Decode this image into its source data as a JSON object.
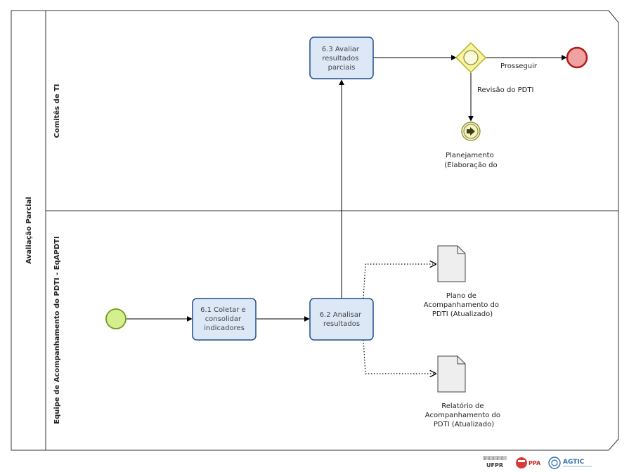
{
  "pool": {
    "title": "Avaliação Parcial"
  },
  "lanes": [
    {
      "label": "Comitês de TI"
    },
    {
      "label": "Equipe de Acompanhamento do PDTI - EqAPDTI"
    }
  ],
  "tasks": [
    {
      "lines": [
        "6.1 Coletar e",
        "consolidar",
        "indicadores"
      ]
    },
    {
      "lines": [
        "6.2 Analisar",
        "resultados"
      ]
    },
    {
      "lines": [
        "6.3 Avaliar",
        "resultados",
        "parciais"
      ]
    }
  ],
  "flow_labels": {
    "proceed": "Prosseguir",
    "review": "Revisão do PDTI"
  },
  "link_event": {
    "lines": [
      "Planejamento",
      "(Elaboração do"
    ]
  },
  "documents": [
    {
      "lines": [
        "Plano de",
        "Acompanhamento do",
        "PDTI (Atualizado)"
      ]
    },
    {
      "lines": [
        "Relatório de",
        "Acompanhamento do",
        "PDTI (Atualizado)"
      ]
    }
  ],
  "logos": {
    "ufpr": "UFPR",
    "ppa": "PPA",
    "agtic": "AGTIC"
  },
  "colors": {
    "task_fill": "#dde8f7",
    "task_stroke": "#1f4e8c",
    "start_fill": "#d4ef8e",
    "start_stroke": "#6f9a1a",
    "end_fill": "#f0a1a1",
    "end_stroke": "#b11a1a",
    "gateway_fill": "#f6f3a5",
    "gateway_stroke": "#b7b31c",
    "link_fill": "#f3f1c7",
    "link_stroke": "#8a8a2a"
  }
}
